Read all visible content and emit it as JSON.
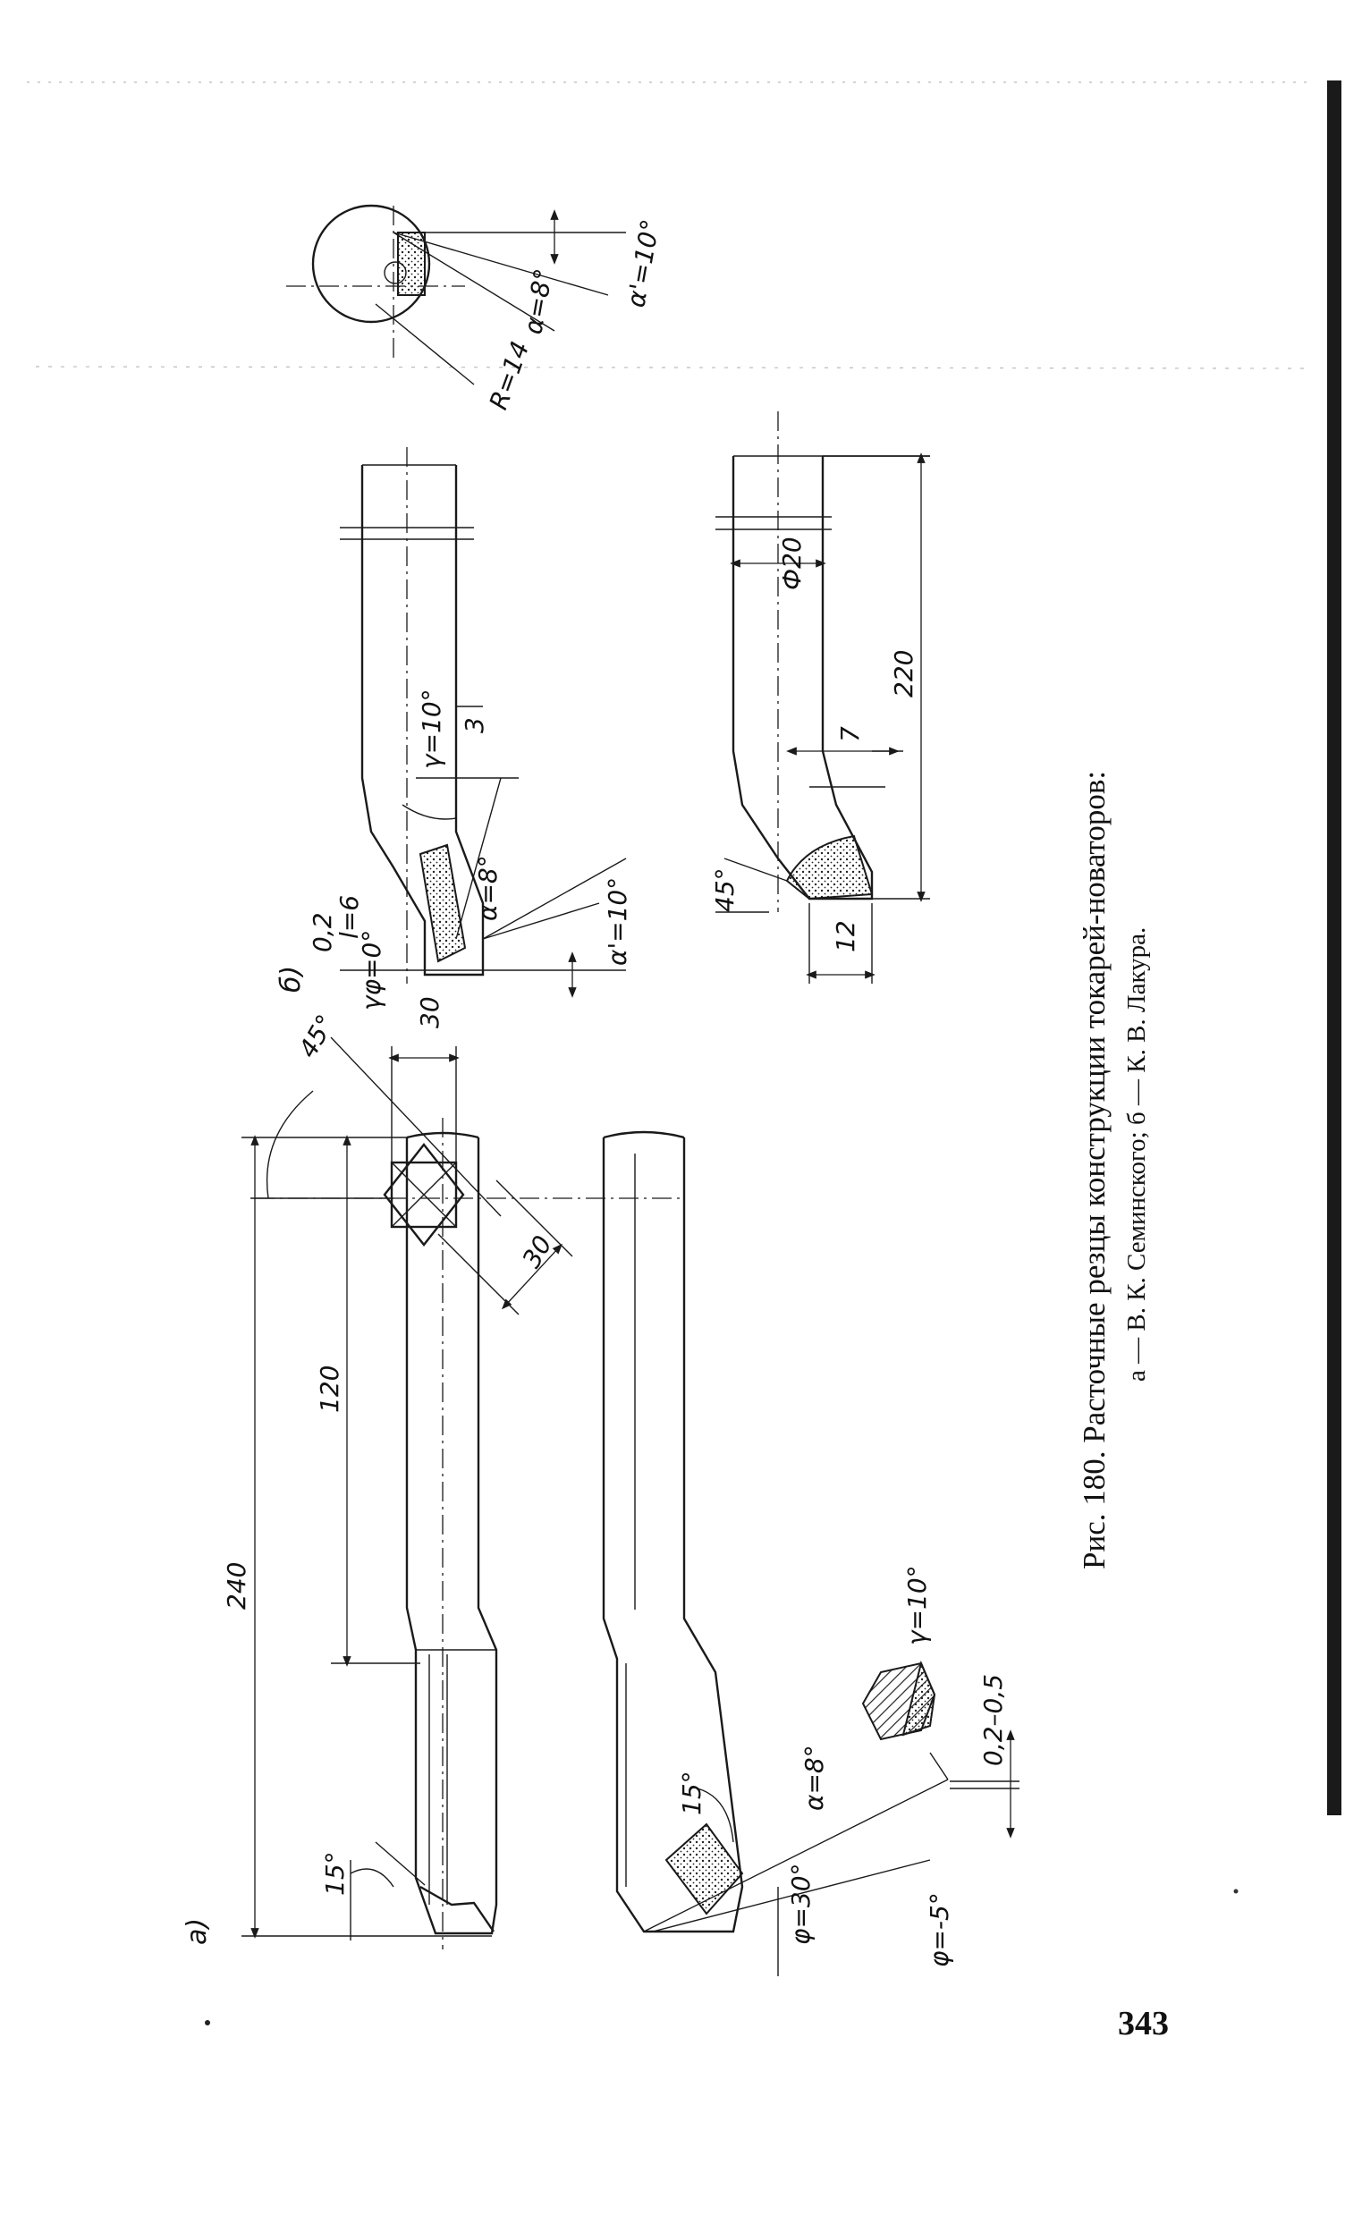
{
  "caption": {
    "title": "Рис. 180. Расточные резцы конструкции токарей-новаторов:",
    "subtitle": "а — В. К. Семинского; б — К. В. Лакура."
  },
  "page_number": "343",
  "figure_a": {
    "label": "а)",
    "dims": {
      "total_length": "240",
      "shank_length": "120",
      "angle_15_top": "15°",
      "angle_15_bottom": "15°",
      "section_angle": "45°",
      "section_width": "30",
      "section_diag": "30",
      "phi": "φ=30°",
      "phi1": "φ=-5°",
      "alpha": "α=8°",
      "gamma": "γ=10°",
      "radius_range": "0,2–0,5"
    }
  },
  "figure_b": {
    "label": "б)",
    "dims": {
      "r0": "0,2",
      "l_tip": "l=6",
      "gamma_phi": "γφ=0°",
      "alpha": "α=8°",
      "alpha1": "α'=10°",
      "gamma": "γ=10°",
      "three": "3",
      "R": "R=14",
      "alpha_end": "α=8°",
      "alpha1_end": "α'=10°",
      "diameter": "Ф20",
      "length": "220",
      "l7": "7",
      "l12": "12",
      "angle45": "45°"
    }
  }
}
